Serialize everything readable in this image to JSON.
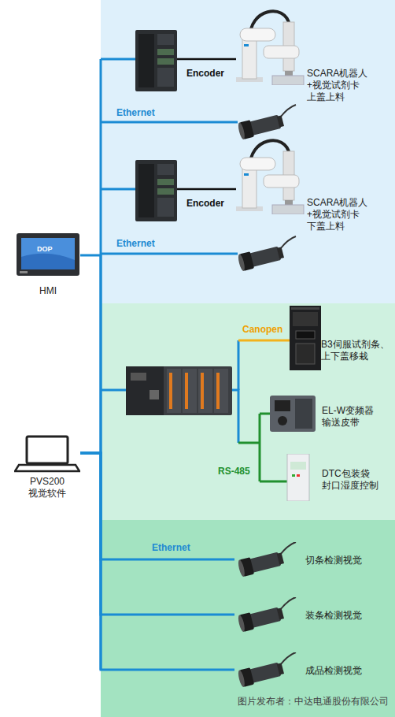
{
  "diagram": {
    "nodes": [
      {
        "text": [
          "HMI"
        ]
      },
      {
        "text": [
          "PVS200 视觉软件"
        ]
      },
      {
        "text": [
          "SCARA机器人 +视觉试剂卡 上盖上料"
        ]
      },
      {
        "text": [
          "SCARA机器人 +视觉试剂卡 下盖上料"
        ]
      },
      {
        "text": [
          "B3伺服试剂条、上下盖移栽"
        ]
      },
      {
        "text": [
          "EL-W变频器 输送皮带"
        ]
      },
      {
        "text": [
          "DTC包装袋 封口湿度控制"
        ]
      },
      {
        "text": [
          "切条检测视觉"
        ]
      },
      {
        "text": [
          "装条检测视觉"
        ]
      },
      {
        "text": [
          "成品检测视觉"
        ]
      }
    ],
    "edges": [
      {
        "from": 0,
        "to": 1,
        "arrow": "none"
      },
      {
        "from": 1,
        "to": 7,
        "arrow": "none"
      },
      {
        "from": 1,
        "to": 8,
        "arrow": "none"
      },
      {
        "from": 1,
        "to": 9,
        "arrow": "none"
      }
    ],
    "labels": [
      "Encoder",
      "Ethernet",
      "Encoder",
      "Ethernet",
      "Canopen",
      "RS-485",
      "Ethernet",
      "DOP",
      "图片发布者：中达电通股份有限公司"
    ]
  }
}
